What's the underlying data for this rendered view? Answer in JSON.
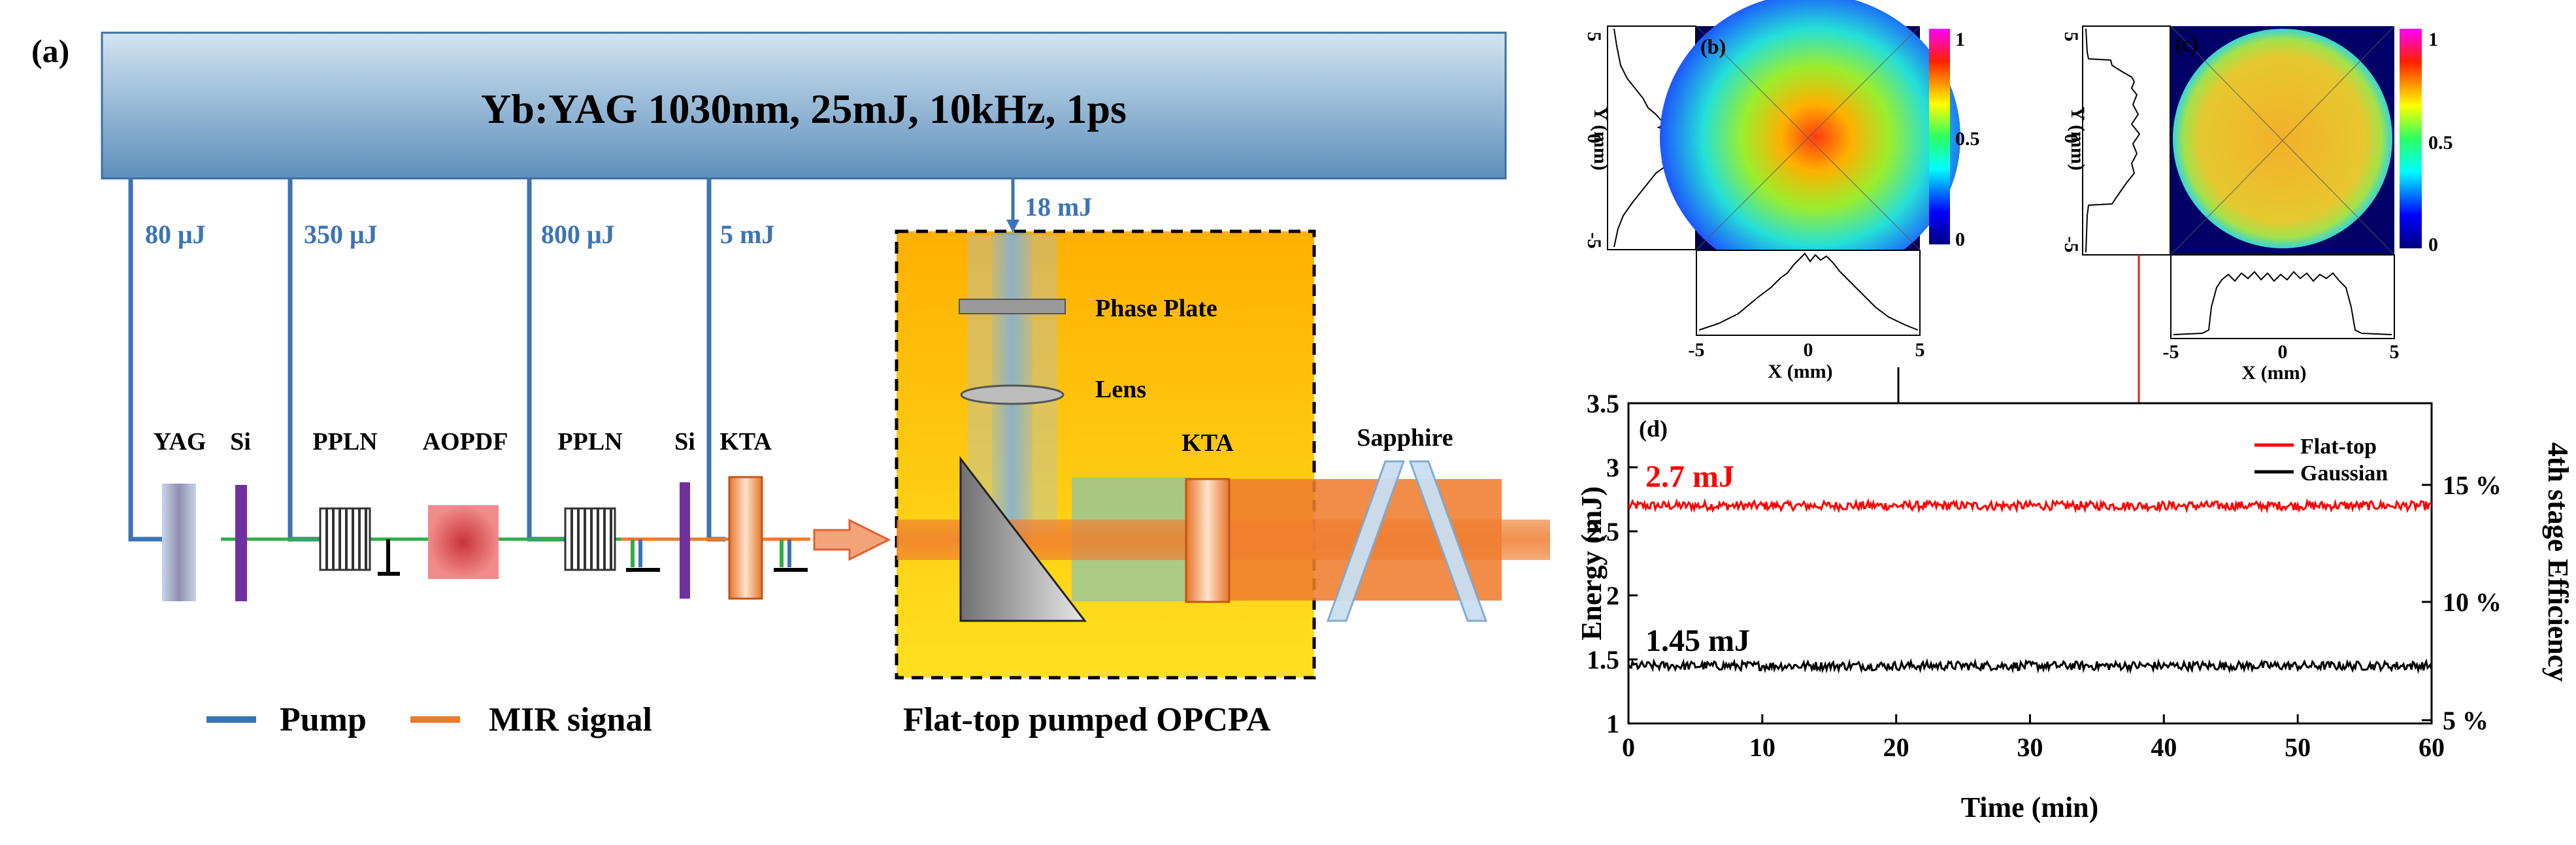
{
  "panel_a": {
    "label": "(a)",
    "laser_title": "Yb:YAG 1030nm, 25mJ, 10kHz, 1ps",
    "pump_taps": [
      "80 μJ",
      "350 μJ",
      "800 μJ",
      "5 mJ"
    ],
    "main_pump": "18 mJ",
    "components": {
      "yag": "YAG",
      "si1": "Si",
      "ppln1": "PPLN",
      "aopdf": "AOPDF",
      "ppln2": "PPLN",
      "si2": "Si",
      "kta1": "KTA",
      "phase_plate": "Phase Plate",
      "lens": "Lens",
      "kta2": "KTA",
      "sapphire": "Sapphire"
    },
    "box_label": "Flat-top pumped OPCPA",
    "legend": {
      "pump": "Pump",
      "signal": "MIR signal"
    },
    "colors": {
      "pump": "#3b74b6",
      "signal": "#ea7c2c",
      "green": "#2fae48",
      "box_fill": "#ffc20e"
    }
  },
  "panel_b": {
    "label": "(b)",
    "x_label": "X (mm)",
    "y_label": "Y (mm)",
    "x_ticks": [
      "-5",
      "0",
      "5"
    ],
    "y_ticks": [
      "5",
      "0",
      "-5"
    ],
    "colorbar_ticks": [
      "1",
      "0.5",
      "0"
    ]
  },
  "panel_c": {
    "label": "(c)",
    "x_label": "X (mm)",
    "y_label": "Y (mm)",
    "x_ticks": [
      "-5",
      "0",
      "5"
    ],
    "y_ticks": [
      "5",
      "0",
      "-5"
    ],
    "colorbar_ticks": [
      "1",
      "0.5",
      "0"
    ]
  },
  "chart_data": {
    "type": "line",
    "label": "(d)",
    "xlabel": "Time (min)",
    "ylabel": "Energy (mJ)",
    "y2label": "4th stage Efficiency",
    "xlim": [
      0,
      60
    ],
    "ylim": [
      1,
      3.5
    ],
    "x_ticks": [
      "0",
      "10",
      "20",
      "30",
      "40",
      "50",
      "60"
    ],
    "y_ticks": [
      "1",
      "1.5",
      "2",
      "2.5",
      "3",
      "3.5"
    ],
    "y2_ticks": [
      "5 %",
      "10 %",
      "15 %"
    ],
    "legend_position": "top-right",
    "series": [
      {
        "name": "Flat-top",
        "color": "#ff0000",
        "mean": 2.7,
        "annotation": "2.7 mJ"
      },
      {
        "name": "Gaussian",
        "color": "#000000",
        "mean": 1.45,
        "annotation": "1.45 mJ"
      }
    ]
  }
}
